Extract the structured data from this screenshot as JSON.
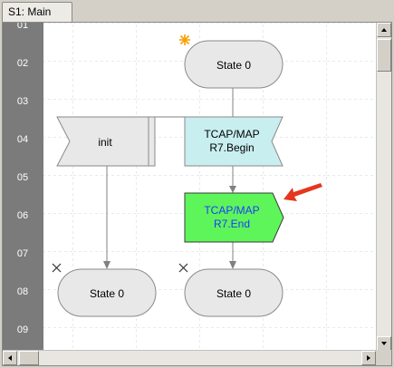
{
  "tab": {
    "label": "S1: Main"
  },
  "rows": [
    "01",
    "02",
    "03",
    "04",
    "05",
    "06",
    "07",
    "08",
    "09"
  ],
  "nodes": {
    "state_top": "State 0",
    "init": "init",
    "tcap_begin": [
      "TCAP/MAP",
      "R7.Begin"
    ],
    "tcap_end": [
      "TCAP/MAP",
      "R7.End"
    ],
    "state_left": "State 0",
    "state_right": "State 0"
  },
  "colors": {
    "row_gutter": "#7b7b7b",
    "state_fill": "#e8e8e8",
    "input_fill": "#c8eef0",
    "output_fill": "#5ef55a",
    "output_text": "#1a3cff",
    "start_star": "#f5a000",
    "arrow": "#e5371e"
  },
  "icons": [
    "start-star-icon",
    "x-mark-icon",
    "red-arrow-icon",
    "chevron-up-icon",
    "chevron-down-icon",
    "chevron-left-icon",
    "chevron-right-icon"
  ]
}
